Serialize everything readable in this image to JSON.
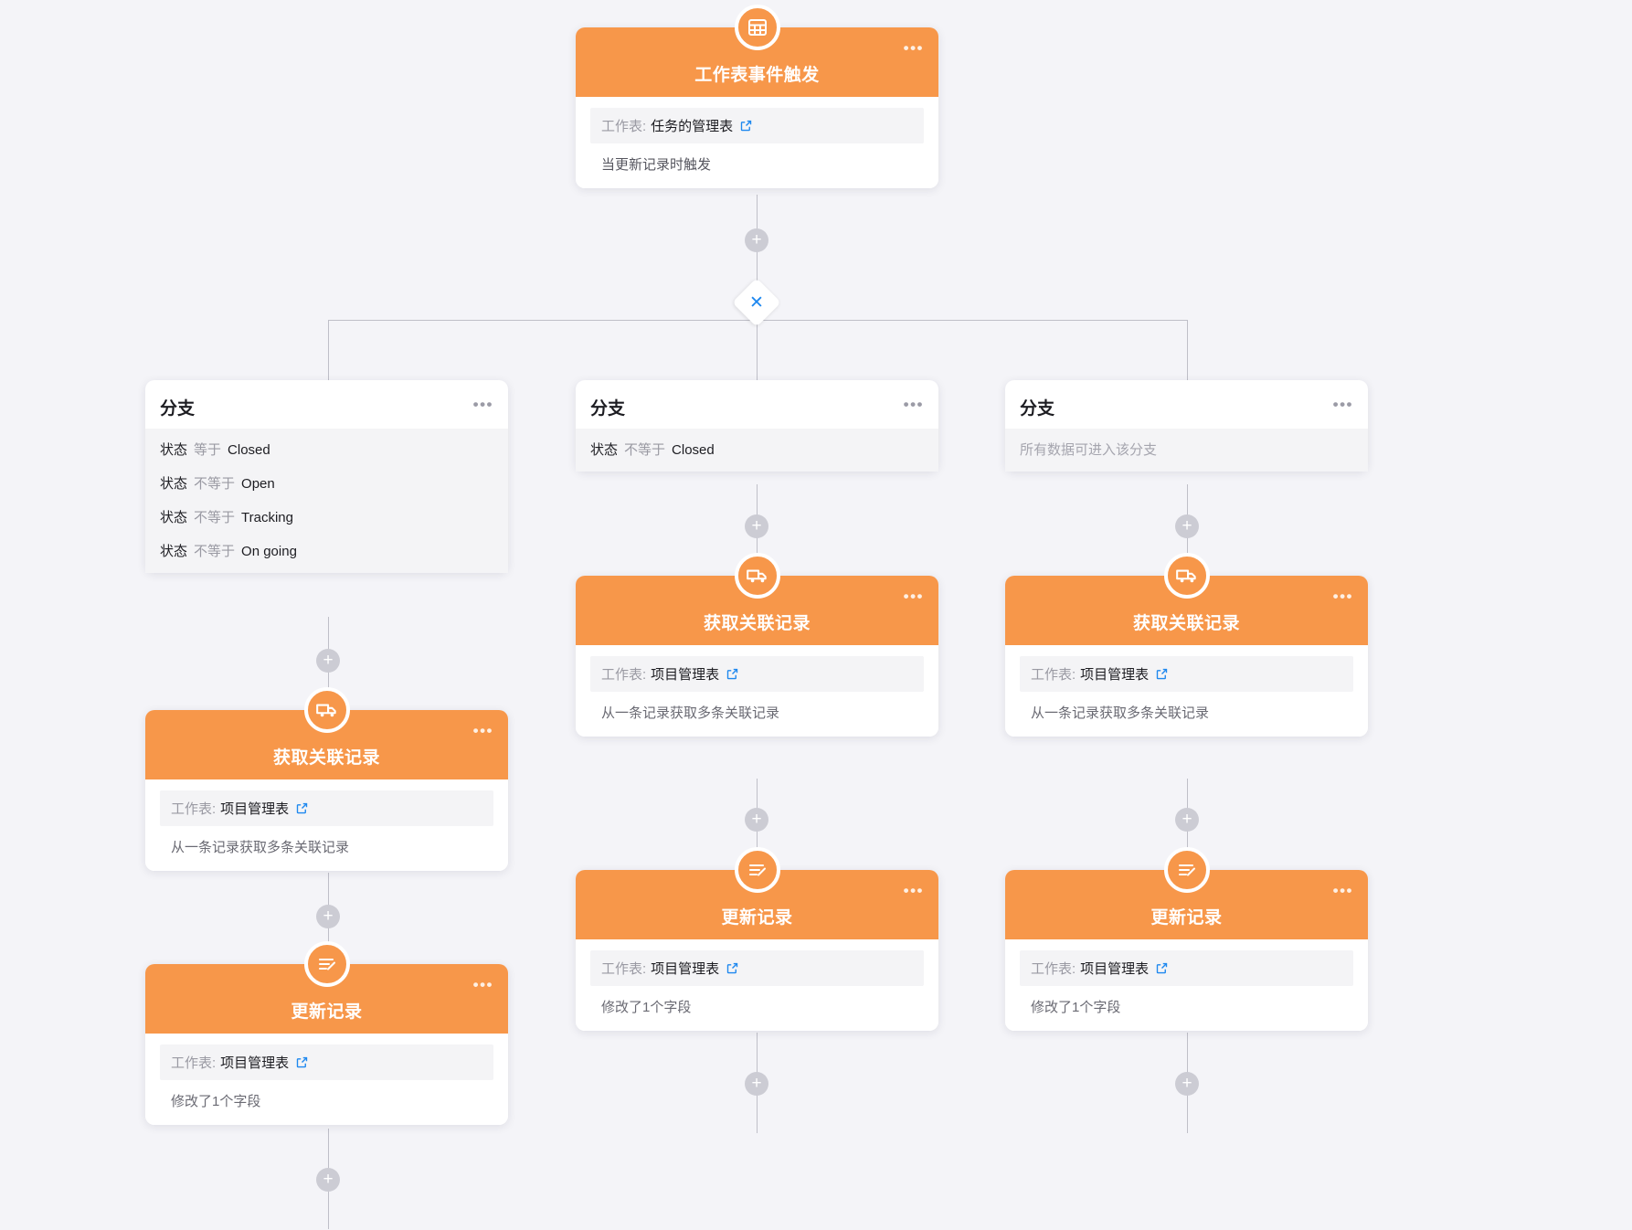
{
  "theme": {
    "accent": "#f7974a",
    "canvas_bg": "#f4f4f8",
    "link_blue": "#1e88ef",
    "line_gray": "#bfbfc8"
  },
  "trigger": {
    "icon": "table-grid-icon",
    "title": "工作表事件触发",
    "field_label": "工作表:",
    "field_value": "任务的管理表",
    "link_icon": "external-link-icon",
    "description": "当更新记录时触发",
    "menu_icon": "more-options-icon"
  },
  "branch_switch": {
    "icon": "branch-close-icon",
    "glyph": "✕"
  },
  "add_button": {
    "glyph": "+",
    "name": "add-step-button"
  },
  "branches": [
    {
      "title": "分支",
      "menu_icon": "more-options-icon",
      "conditions": [
        {
          "field": "状态",
          "op": "等于",
          "value": "Closed"
        },
        {
          "field": "状态",
          "op": "不等于",
          "value": "Open"
        },
        {
          "field": "状态",
          "op": "不等于",
          "value": "Tracking"
        },
        {
          "field": "状态",
          "op": "不等于",
          "value": "On going"
        }
      ],
      "any_text": "",
      "steps": [
        {
          "icon": "truck-icon",
          "title": "获取关联记录",
          "field_label": "工作表:",
          "field_value": "项目管理表",
          "link_icon": "external-link-icon",
          "description": "从一条记录获取多条关联记录",
          "menu_icon": "more-options-icon"
        },
        {
          "icon": "edit-record-icon",
          "title": "更新记录",
          "field_label": "工作表:",
          "field_value": "项目管理表",
          "link_icon": "external-link-icon",
          "description": "修改了1个字段",
          "menu_icon": "more-options-icon"
        }
      ]
    },
    {
      "title": "分支",
      "menu_icon": "more-options-icon",
      "conditions": [
        {
          "field": "状态",
          "op": "不等于",
          "value": "Closed"
        }
      ],
      "any_text": "",
      "steps": [
        {
          "icon": "truck-icon",
          "title": "获取关联记录",
          "field_label": "工作表:",
          "field_value": "项目管理表",
          "link_icon": "external-link-icon",
          "description": "从一条记录获取多条关联记录",
          "menu_icon": "more-options-icon"
        },
        {
          "icon": "edit-record-icon",
          "title": "更新记录",
          "field_label": "工作表:",
          "field_value": "项目管理表",
          "link_icon": "external-link-icon",
          "description": "修改了1个字段",
          "menu_icon": "more-options-icon"
        }
      ]
    },
    {
      "title": "分支",
      "menu_icon": "more-options-icon",
      "conditions": [],
      "any_text": "所有数据可进入该分支",
      "steps": [
        {
          "icon": "truck-icon",
          "title": "获取关联记录",
          "field_label": "工作表:",
          "field_value": "项目管理表",
          "link_icon": "external-link-icon",
          "description": "从一条记录获取多条关联记录",
          "menu_icon": "more-options-icon"
        },
        {
          "icon": "edit-record-icon",
          "title": "更新记录",
          "field_label": "工作表:",
          "field_value": "项目管理表",
          "link_icon": "external-link-icon",
          "description": "修改了1个字段",
          "menu_icon": "more-options-icon"
        }
      ]
    }
  ]
}
